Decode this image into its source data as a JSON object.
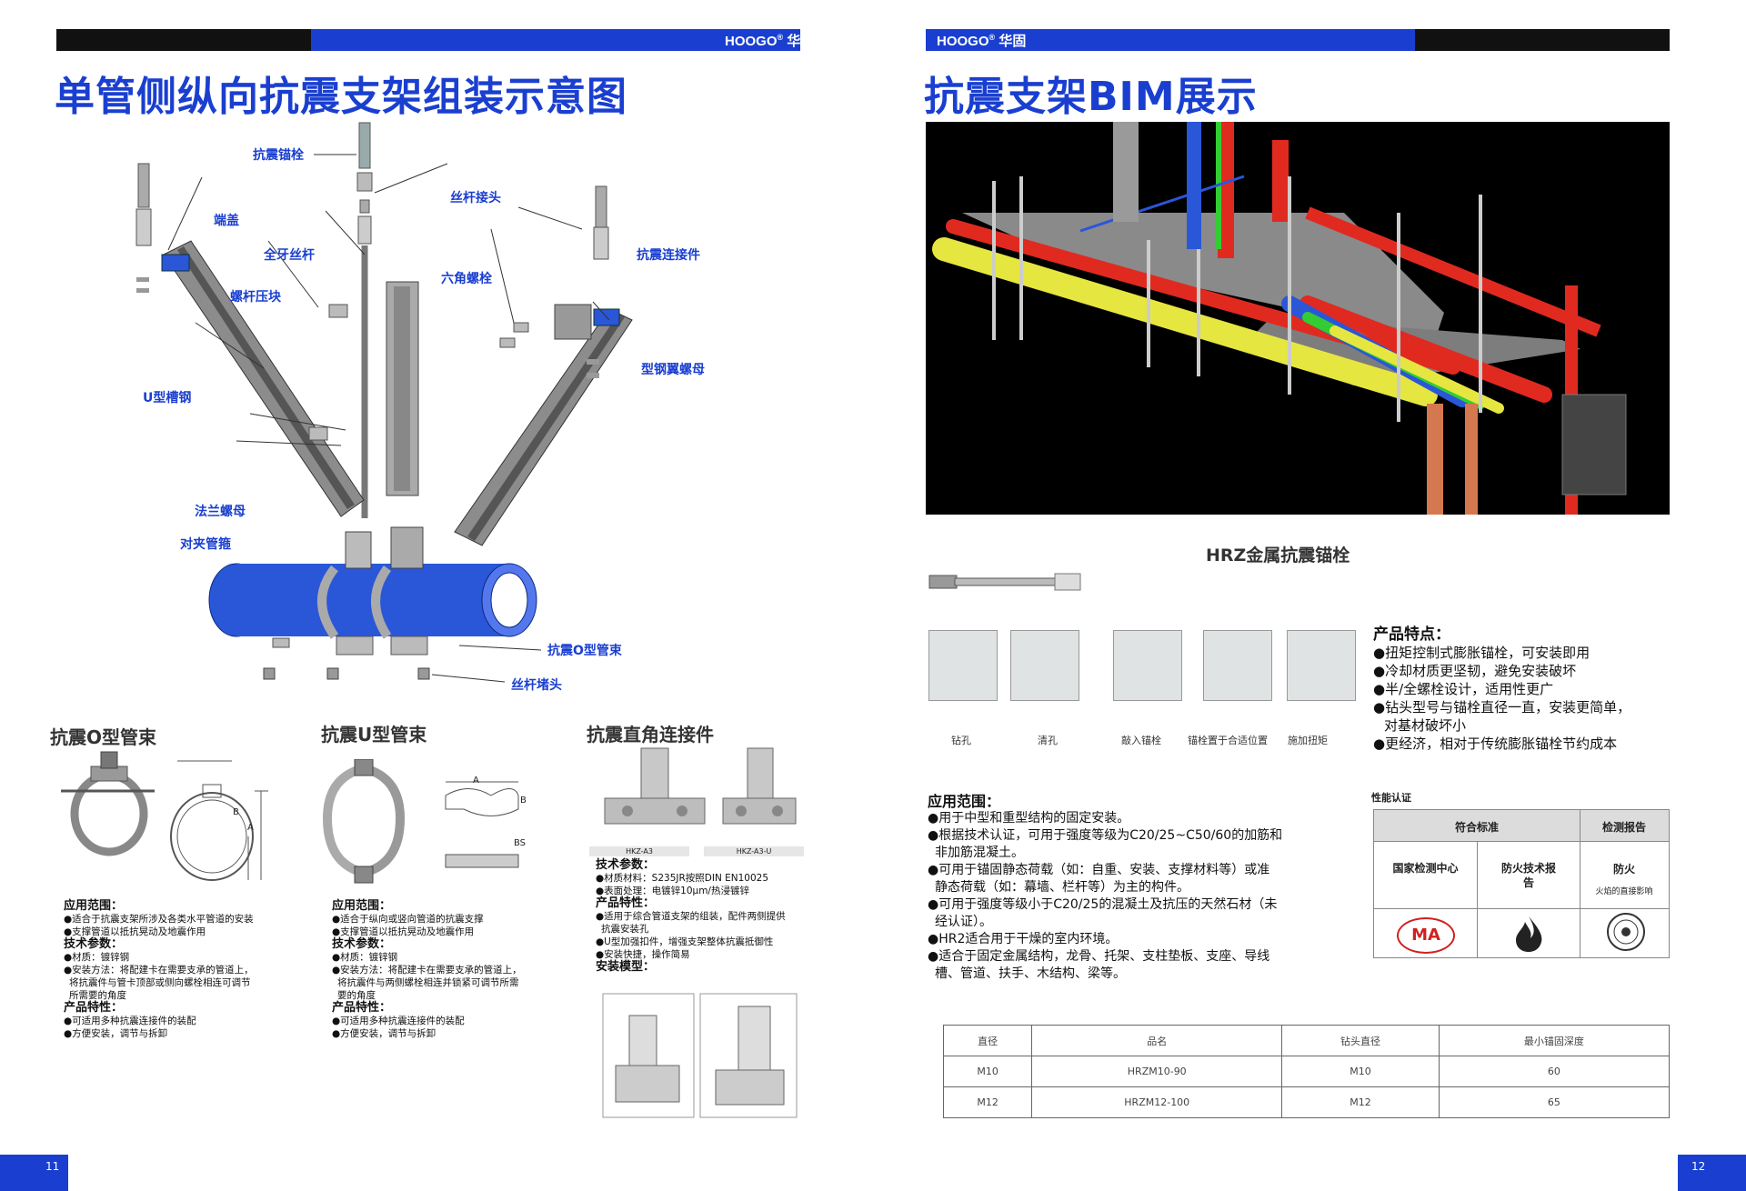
{
  "left": {
    "brand": "HOOGO",
    "brand_suffix": "华固",
    "title": "单管侧纵向抗震支架组装示意图",
    "labels": {
      "anchor": "抗震锚栓",
      "rod_joint": "丝杆接头",
      "end_cap": "端盖",
      "full_thread_rod": "全牙丝杆",
      "seismic_connector": "抗震连接件",
      "hex_bolt": "六角螺栓",
      "rod_clamp": "螺杆压块",
      "wing_nut": "型钢翼螺母",
      "u_channel": "U型槽钢",
      "flange_nut": "法兰螺母",
      "pipe_clamp": "对夹管箍",
      "o_clamp": "抗震O型管束",
      "rod_plug": "丝杆堵头"
    },
    "sections": {
      "o_title": "抗震O型管束",
      "u_title": "抗震U型管束",
      "r_title": "抗震直角连接件"
    },
    "dims": {
      "a": "A",
      "b": "B",
      "bs": "BS"
    },
    "o_text": {
      "h1": "应用范围：",
      "l1": "●适合于抗震支架所涉及各类水平管道的安装",
      "l2": "●支撑管道以抵抗晃动及地震作用",
      "h2": "技术参数：",
      "l3": "●材质：镀锌钢",
      "l4": "●安装方法：将配建卡在需要支承的管道上，",
      "l5": "将抗震件与管卡顶部或侧向螺栓相连可调节",
      "l6": "所需要的角度",
      "h3": "产品特性：",
      "l7": "●可适用多种抗震连接件的装配",
      "l8": "●方便安装，调节与拆卸"
    },
    "u_text": {
      "h1": "应用范围：",
      "l1": "●适合于纵向或竖向管道的抗震支撑",
      "l2": "●支撑管道以抵抗晃动及地震作用",
      "h2": "技术参数：",
      "l3": "●材质：镀锌钢",
      "l4": "●安装方法：将配建卡在需要支承的管道上，",
      "l5": "将抗震件与两侧螺栓相连并锁紧可调节所需",
      "l6": "要的角度",
      "h3": "产品特性：",
      "l7": "●可适用多种抗震连接件的装配",
      "l8": "●方便安装，调节与拆卸"
    },
    "r_text": {
      "model1": "HKZ-A3",
      "model2": "HKZ-A3-U",
      "h1": "技术参数：",
      "l1": "●材质材料：S235JR按照DIN EN10025",
      "l2": "●表面处理：电镀锌10μm/热浸镀锌",
      "h2": "产品特性：",
      "l3": "●适用于综合管道支架的组装，配件两侧提供",
      "l4": "抗震安装孔",
      "l5": "●U型加强扣件，增强支架整体抗震抵御性",
      "l6": "●安装快捷，操作简易",
      "h3": "安装模型："
    },
    "page": "11"
  },
  "right": {
    "brand": "HOOGO",
    "brand_suffix": "华固",
    "title": "抗震支架BIM展示",
    "hrz_title": "HRZ金属抗震锚栓",
    "steps": [
      "钻孔",
      "清孔",
      "敲入锚栓",
      "锚栓置于合适位置",
      "施加扭矩"
    ],
    "features": {
      "h": "产品特点：",
      "l1": "●扭矩控制式膨胀锚栓，可安装即用",
      "l2": "●冷却材质更坚韧，避免安装破坏",
      "l3": "●半/全螺栓设计，适用性更广",
      "l4": "●钻头型号与锚栓直径一直，安装更简单，",
      "l5": "对基材破坏小",
      "l6": "●更经济，相对于传统膨胀锚栓节约成本"
    },
    "application": {
      "h": "应用范围：",
      "l1": "●用于中型和重型结构的固定安装。",
      "l2": "●根据技术认证，可用于强度等级为C20/25~C50/60的加筋和",
      "l3": "非加筋混凝土。",
      "l4": "●可用于锚固静态荷载（如：自重、安装、支撑材料等）或准",
      "l5": "静态荷载（如：幕墙、栏杆等）为主的构件。",
      "l6": "●可用于强度等级小于C20/25的混凝土及抗压的天然石材（未",
      "l7": "经认证）。",
      "l8": "●HR2适合用于干燥的室内环境。",
      "l9": "●适合于固定金属结构，龙骨、托架、支柱垫板、支座、导线",
      "l10": "槽、管道、扶手、木结构、梁等。"
    },
    "cert": {
      "label": "性能认证",
      "h_standard": "符合标准",
      "h_report": "检测报告",
      "c1": "国家检测中心",
      "c2": "防火技术报告",
      "c3": "防火",
      "c3_sub": "火焰的直接影响",
      "cma": "MA"
    },
    "table": {
      "headers": [
        "直径",
        "品名",
        "钻头直径",
        "最小锚固深度"
      ],
      "rows": [
        [
          "M10",
          "HRZM10-90",
          "M10",
          "60"
        ],
        [
          "M12",
          "HRZM12-100",
          "M12",
          "65"
        ]
      ]
    },
    "page": "12"
  },
  "colors": {
    "brand_blue": "#1a3fd0",
    "pipe_blue": "#2a56d8",
    "pipe_red": "#e02a20",
    "pipe_yellow": "#e6e640"
  }
}
